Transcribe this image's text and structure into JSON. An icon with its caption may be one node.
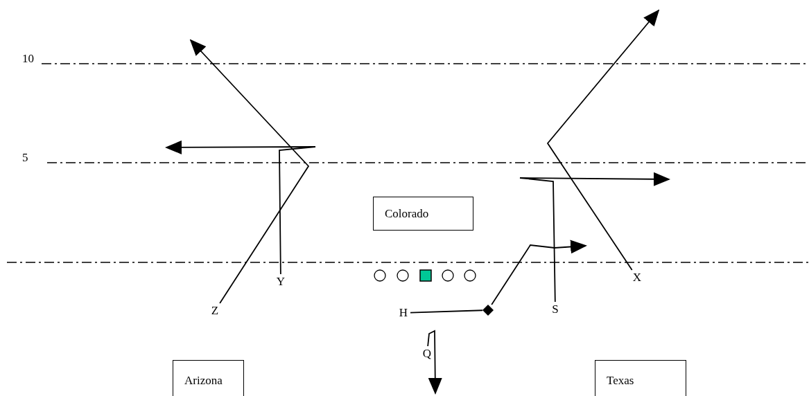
{
  "diagram": {
    "nodes": [
      {
        "text": [
          "Colorado"
        ]
      },
      {
        "text": [
          "Arizona"
        ]
      },
      {
        "text": [
          "Texas"
        ]
      },
      {
        "text": [],
        "shape": "circle"
      },
      {
        "text": [],
        "shape": "circle"
      },
      {
        "text": [],
        "shape": "box"
      },
      {
        "text": [],
        "shape": "circle"
      },
      {
        "text": [],
        "shape": "circle"
      },
      {
        "text": [
          "Z"
        ]
      },
      {
        "text": [
          "Y"
        ]
      },
      {
        "text": [
          "H"
        ]
      },
      {
        "text": [
          "Q"
        ]
      },
      {
        "text": [
          "S"
        ]
      },
      {
        "text": [
          "X"
        ]
      },
      {
        "text": [],
        "shape": "diamond"
      }
    ],
    "edges": [
      {
        "from": 8,
        "to": null,
        "arrow": "to"
      },
      {
        "from": 9,
        "to": null,
        "arrow": "to"
      },
      {
        "from": 10,
        "to": 14,
        "arrow": "none"
      },
      {
        "from": 14,
        "to": null,
        "arrow": "to"
      },
      {
        "from": 11,
        "to": null,
        "arrow": "to"
      },
      {
        "from": 12,
        "to": null,
        "arrow": "to"
      },
      {
        "from": 13,
        "to": null,
        "arrow": "to"
      }
    ],
    "labels": [
      "10",
      "5"
    ]
  }
}
